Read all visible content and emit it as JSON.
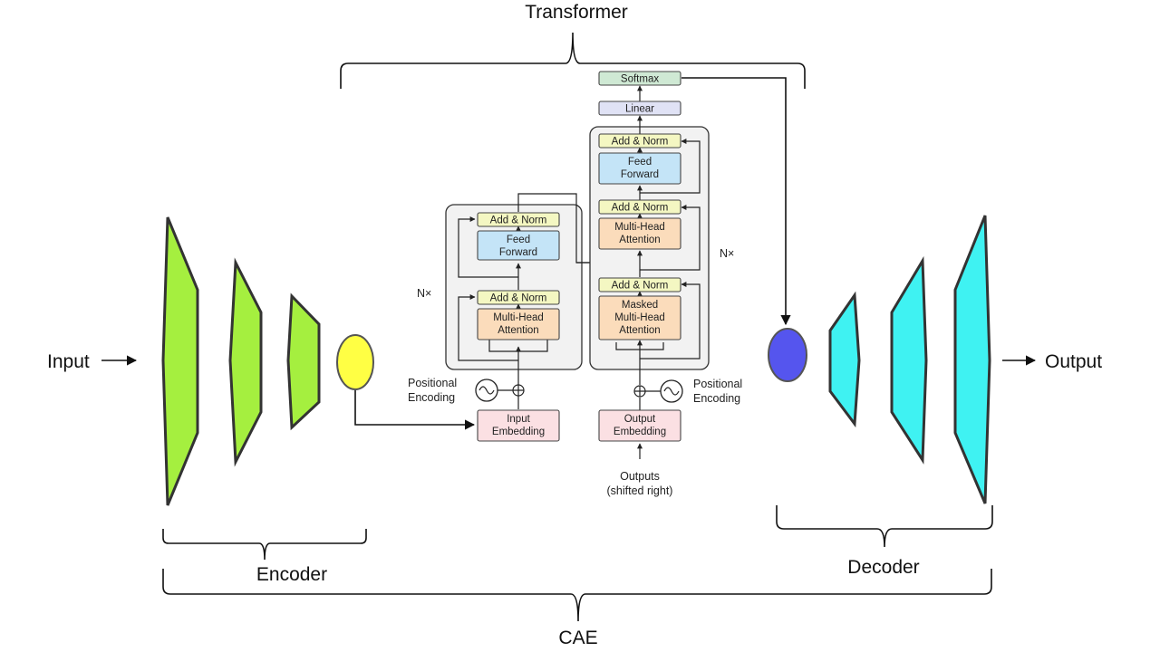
{
  "labels": {
    "transformer": "Transformer",
    "input": "Input",
    "output": "Output",
    "encoder": "Encoder",
    "decoder": "Decoder",
    "cae": "CAE",
    "nx_encoder": "N×",
    "nx_decoder": "N×",
    "positional_encoding_line1": "Positional",
    "positional_encoding_line2": "Encoding",
    "outputs_line1": "Outputs",
    "outputs_line2": "(shifted right)"
  },
  "transformer_encoder": {
    "add_norm_top": "Add & Norm",
    "feed_forward_line1": "Feed",
    "feed_forward_line2": "Forward",
    "add_norm_bottom": "Add & Norm",
    "attention_line1": "Multi-Head",
    "attention_line2": "Attention",
    "embedding_line1": "Input",
    "embedding_line2": "Embedding"
  },
  "transformer_decoder": {
    "softmax": "Softmax",
    "linear": "Linear",
    "add_norm_top": "Add & Norm",
    "feed_forward_line1": "Feed",
    "feed_forward_line2": "Forward",
    "add_norm_middle": "Add & Norm",
    "cross_attention_line1": "Multi-Head",
    "cross_attention_line2": "Attention",
    "add_norm_bottom": "Add & Norm",
    "masked_attention_line1": "Masked",
    "masked_attention_line2": "Multi-Head",
    "masked_attention_line3": "Attention",
    "embedding_line1": "Output",
    "embedding_line2": "Embedding"
  },
  "colors": {
    "encoder_fill": "#a5ef3f",
    "decoder_fill": "#3ff2f2",
    "latent_encoder": "#ffff44",
    "latent_decoder": "#5555ee",
    "add_norm": "#f4f7c2",
    "feed_forward": "#c4e4f7",
    "attention": "#fbdcbb",
    "embedding": "#fbe0e3",
    "linear": "#e0e2f5",
    "softmax": "#cfe9d4"
  }
}
